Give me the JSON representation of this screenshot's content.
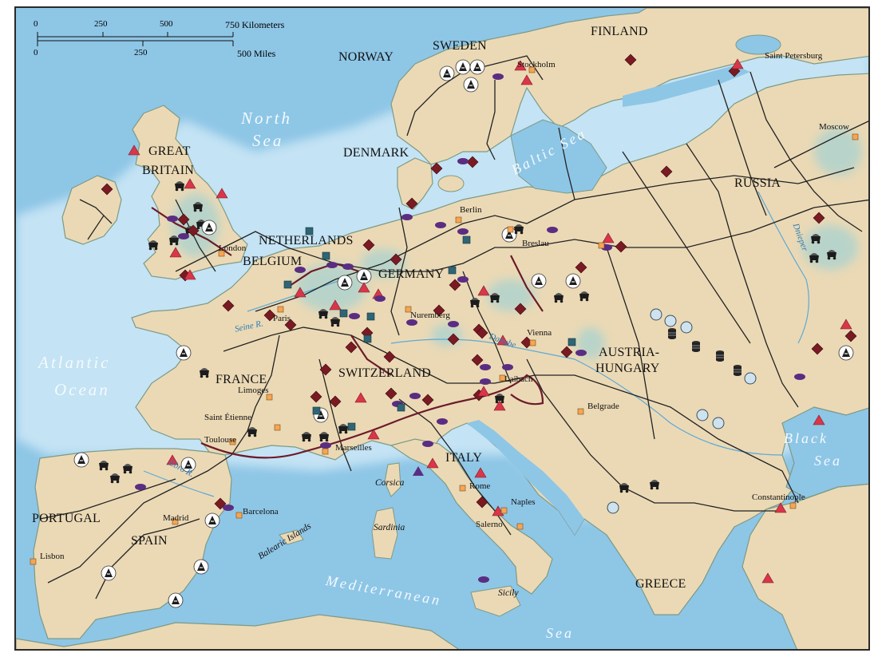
{
  "scale": {
    "km_ticks": [
      "0",
      "250",
      "500",
      "750 Kilometers"
    ],
    "mile_ticks": [
      "0",
      "250",
      "500 Miles"
    ]
  },
  "colors": {
    "sea": "#8ec6e6",
    "sea_light": "#bfe0f2",
    "land": "#ebd9b5",
    "land_edge": "#6a8a7a",
    "rail": "#222222",
    "canal": "#6b1b2a",
    "diamond": "#7a1a22",
    "triangle": "#d9364a",
    "oval": "#5a2d82",
    "square_teal": "#2f6575",
    "city_square": "#f6a553"
  },
  "countries": {
    "finland": "FINLAND",
    "norway": "NORWAY",
    "sweden": "SWEDEN",
    "denmark": "DENMARK",
    "great_britain_1": "GREAT",
    "great_britain_2": "BRITAIN",
    "netherlands": "NETHERLANDS",
    "belgium": "BELGIUM",
    "germany": "GERMANY",
    "russia": "RUSSIA",
    "france": "FRANCE",
    "switzerland": "SWITZERLAND",
    "austria_1": "AUSTRIA-",
    "austria_2": "HUNGARY",
    "italy": "ITALY",
    "portugal": "PORTUGAL",
    "spain": "SPAIN",
    "greece": "GREECE"
  },
  "cities": {
    "stockholm": "Stockholm",
    "saint_petersburg": "Saint Petersburg",
    "moscow": "Moscow",
    "berlin": "Berlin",
    "breslau": "Breslau",
    "london": "London",
    "paris": "Paris",
    "nuremberg": "Nuremberg",
    "vienna": "Vienna",
    "laibach": "Laibach",
    "limoges": "Limoges",
    "saint_etienne": "Saint Étienne",
    "toulouse": "Toulouse",
    "marseilles": "Marseilles",
    "belgrade": "Belgrade",
    "rome": "Rome",
    "naples": "Naples",
    "salerno": "Salerno",
    "barcelona": "Barcelona",
    "madrid": "Madrid",
    "lisbon": "Lisbon",
    "constantinople": "Constantinople"
  },
  "islands": {
    "corsica": "Corsica",
    "sardinia": "Sardinia",
    "sicily": "Sicily",
    "balearic": "Balearic Islands"
  },
  "seas": {
    "north_1": "North",
    "north_2": "Sea",
    "baltic": "Baltic Sea",
    "atlantic_1": "Atlantic",
    "atlantic_2": "Ocean",
    "black_1": "Black",
    "black_2": "Sea",
    "med_1": "Mediterranean",
    "med_2": "Sea"
  },
  "rivers": {
    "seine": "Seine R.",
    "danube": "Danube",
    "ebro": "Ebro R.",
    "dnieper": "Dnieper"
  }
}
